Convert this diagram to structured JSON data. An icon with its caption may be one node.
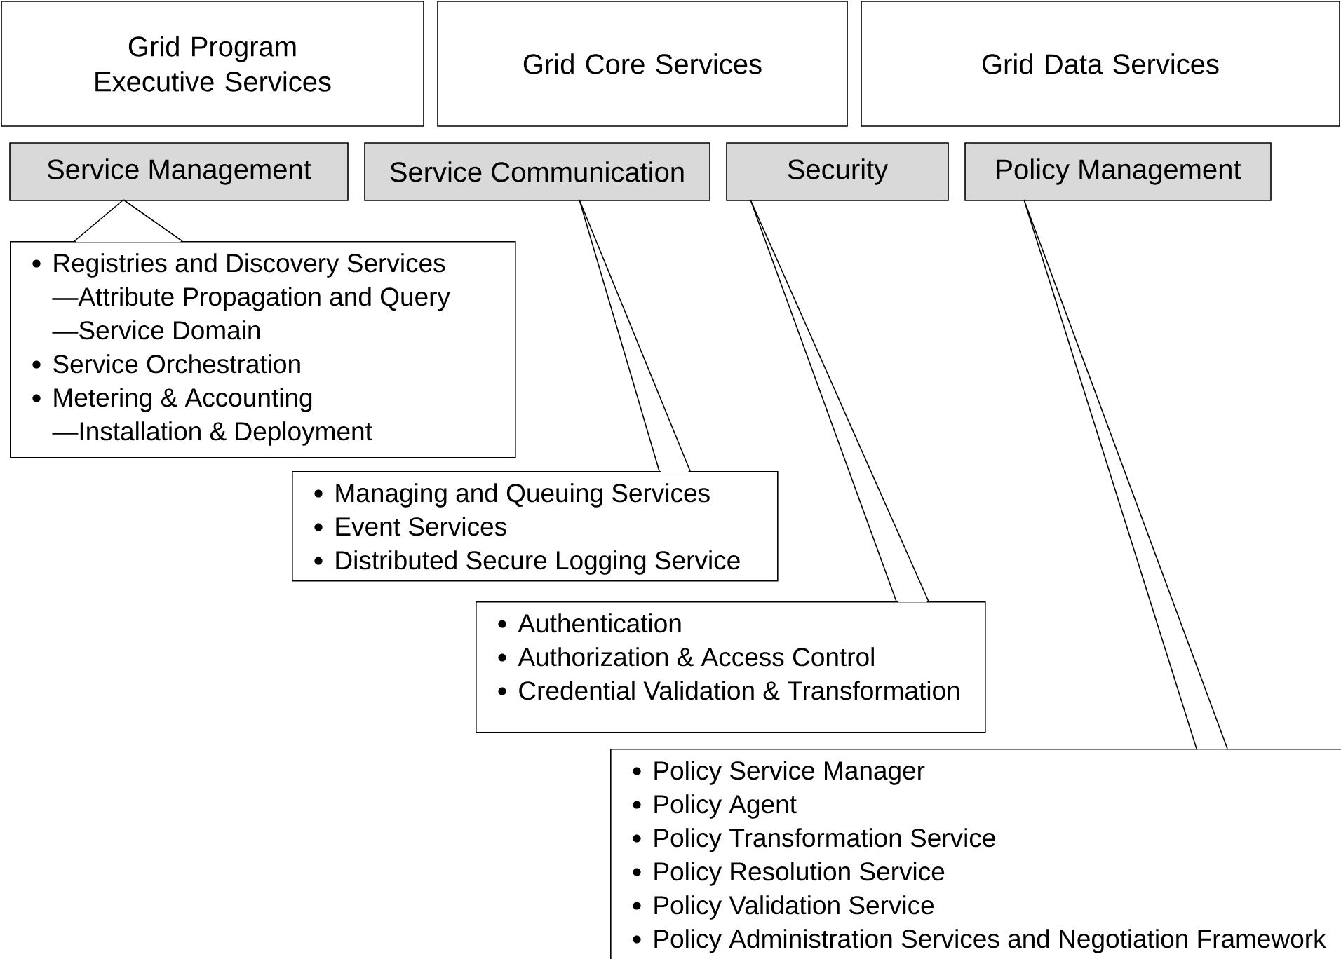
{
  "diagram": {
    "nodes": [
      {
        "text": [
          "Grid Program Executive Services"
        ]
      },
      {
        "text": [
          "Grid Core Services"
        ]
      },
      {
        "text": [
          "Grid Data Services"
        ]
      },
      {
        "text": [
          "Service Management"
        ]
      },
      {
        "text": [
          "Service Communication"
        ]
      },
      {
        "text": [
          "Security"
        ]
      },
      {
        "text": [
          "Policy Management"
        ]
      },
      {
        "text": [
          "Registries and Discovery Services",
          "—Attribute Propagation and Query",
          "—Service Domain",
          "Service Orchestration",
          "Metering & Accounting",
          "—Installation & Deployment"
        ]
      },
      {
        "text": [
          "Managing and Queuing Services",
          "Event Services",
          "Distributed Secure Logging Service"
        ]
      },
      {
        "text": [
          "Authentication",
          "Authorization & Access Control",
          "Credential Validation & Transformation"
        ]
      },
      {
        "text": [
          "Policy Service Manager",
          "Policy Agent",
          "Policy Transformation Service",
          "Policy Resolution Service",
          "Policy Validation Service",
          "Policy Administration Services and Negotiation Framework"
        ]
      }
    ],
    "edges": [
      {
        "from": 3,
        "to": 7,
        "arrow": "none"
      },
      {
        "from": 4,
        "to": 8,
        "arrow": "none"
      },
      {
        "from": 5,
        "to": 9,
        "arrow": "none"
      },
      {
        "from": 6,
        "to": 10,
        "arrow": "none"
      }
    ]
  }
}
